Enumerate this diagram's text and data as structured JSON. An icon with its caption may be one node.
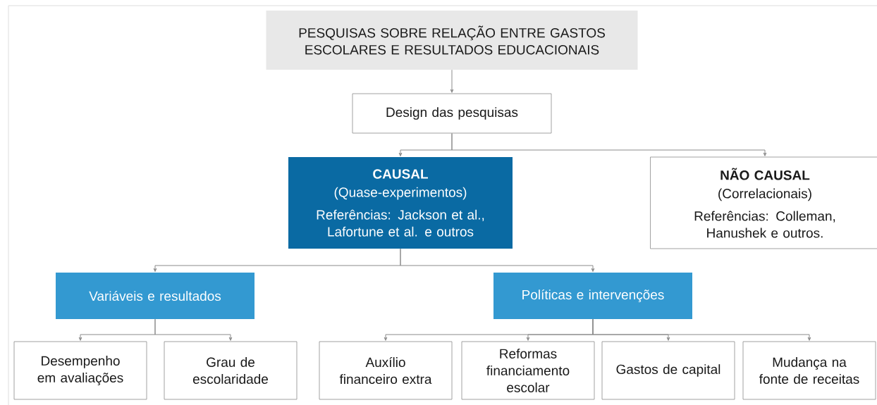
{
  "diagram": {
    "nodes": [
      {
        "text": [
          "PESQUISAS SOBRE RELAÇÃO ENTRE GASTOS ESCOLARES E RESULTADOS EDUCACIONAIS"
        ]
      },
      {
        "text": [
          "Design das pesquisas"
        ]
      },
      {
        "text": [
          "CAUSAL",
          "(Quase-experimentos)",
          "Referências: Jackson et al., Lafortune et al. e outros"
        ]
      },
      {
        "text": [
          "NÃO CAUSAL",
          "(Correlacionais)",
          "Referências: Colleman, Hanushek e outros."
        ]
      },
      {
        "text": [
          "Variáveis e resultados"
        ]
      },
      {
        "text": [
          "Políticas e intervenções"
        ]
      },
      {
        "text": [
          "Desempenho em avaliações"
        ]
      },
      {
        "text": [
          "Grau de escolaridade"
        ]
      },
      {
        "text": [
          "Auxílio financeiro extra"
        ]
      },
      {
        "text": [
          "Reformas financiamento escolar"
        ]
      },
      {
        "text": [
          "Gastos de capital"
        ]
      },
      {
        "text": [
          "Mudança na fonte de receitas"
        ]
      }
    ],
    "edges": [
      {
        "from": 0,
        "to": 1,
        "arrow": "to"
      },
      {
        "from": 1,
        "to": 2,
        "arrow": "to"
      },
      {
        "from": 1,
        "to": 3,
        "arrow": "to"
      },
      {
        "from": 2,
        "to": 4,
        "arrow": "to"
      },
      {
        "from": 2,
        "to": 5,
        "arrow": "to"
      },
      {
        "from": 4,
        "to": 6,
        "arrow": "to"
      },
      {
        "from": 4,
        "to": 7,
        "arrow": "to"
      },
      {
        "from": 5,
        "to": 8,
        "arrow": "to"
      },
      {
        "from": 5,
        "to": 9,
        "arrow": "to"
      },
      {
        "from": 5,
        "to": 10,
        "arrow": "to"
      },
      {
        "from": 5,
        "to": 11,
        "arrow": "to"
      }
    ]
  }
}
